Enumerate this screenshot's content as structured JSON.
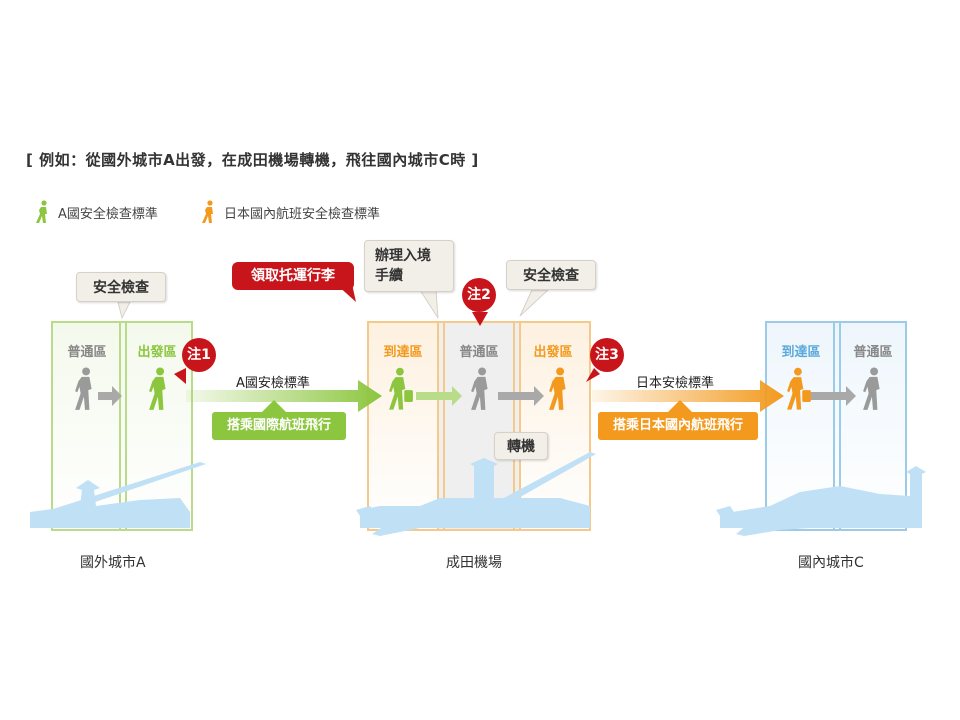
{
  "title": "[ 例如：從國外城市A出發，在成田機場轉機，飛往國內城市C時 ]",
  "legend": [
    {
      "label": "A國安全檢查標準",
      "color": "#8cc63f",
      "icon": "person-walking-green-icon"
    },
    {
      "label": "日本國內航班安全檢查標準",
      "color": "#f39a1e",
      "icon": "person-walking-orange-icon"
    }
  ],
  "zones": {
    "city_a": {
      "general": "普通區",
      "departure": "出發區"
    },
    "narita": {
      "arrival": "到達區",
      "general": "普通區",
      "departure": "出發區"
    },
    "city_c": {
      "arrival": "到達區",
      "general": "普通區"
    }
  },
  "callouts": {
    "security_a": "安全檢查",
    "baggage": "領取托運行李",
    "immigration_1": "辦理入境",
    "immigration_2": "手續",
    "security_narita": "安全檢查",
    "transfer": "轉機"
  },
  "notes": {
    "n1": "注1",
    "n2": "注2",
    "n3": "注3"
  },
  "flights": {
    "intl": {
      "standard": "A國安檢標準",
      "label": "搭乘國際航班飛行"
    },
    "domestic": {
      "standard": "日本安檢標準",
      "label": "搭乘日本國內航班飛行"
    }
  },
  "cities": {
    "a": "國外城市A",
    "narita": "成田機場",
    "c": "國內城市C"
  },
  "colors": {
    "green": "#8cc63f",
    "orange": "#f39a1e",
    "blue": "#5aa9da",
    "gray": "#9a9a9a",
    "red": "#c8151b",
    "skyline": "#bfe0f5"
  }
}
